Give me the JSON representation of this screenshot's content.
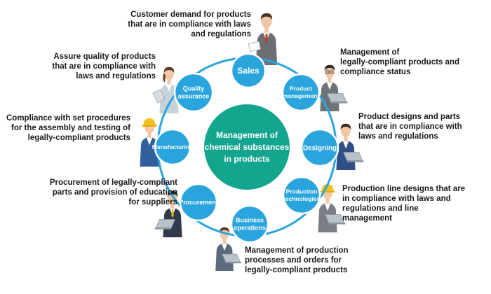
{
  "colors": {
    "ring": "#2aa4dc",
    "node": "#2aa4dc",
    "center": "#14a58e",
    "node_text": "#ffffff",
    "desc_text": "#1a1a1a"
  },
  "center": {
    "label": "Management of\nchemical substances\nin products"
  },
  "nodes": [
    {
      "id": "sales",
      "label": "Sales",
      "person": "businessman-with-document",
      "description": "Customer demand for products\nthat are in compliance with laws\nand regulations"
    },
    {
      "id": "product-management",
      "label": "Product\nmanagement",
      "person": "man-with-laptop",
      "description": "Management of\nlegally-compliant products and\ncompliance status"
    },
    {
      "id": "designing",
      "label": "Designing",
      "person": "designer-at-laptop",
      "description": "Product designs and parts\nthat are in compliance with\nlaws and regulations"
    },
    {
      "id": "production-technologies",
      "label": "Production\ntechnologies",
      "person": "engineer-with-hardhat-and-laptop",
      "description": "Production line designs that are\nin compliance with laws and\nregulations and line\nmanagement"
    },
    {
      "id": "business-operations",
      "label": "Business\noperations",
      "person": "office-worker-with-laptop",
      "description": "Management of production\nprocesses and orders for\nlegally-compliant products"
    },
    {
      "id": "procurement",
      "label": "Procurement",
      "person": "man-at-laptop",
      "description": "Procurement of legally-compliant\nparts and provision of education\nfor suppliers"
    },
    {
      "id": "manufacturing",
      "label": "Manufacturing",
      "person": "factory-worker-with-hardhat",
      "description": "Compliance with set procedures\nfor the assembly and testing of\nlegally-compliant products"
    },
    {
      "id": "quality-assurance",
      "label": "Quality\nassurance",
      "person": "woman-with-clipboard",
      "description": "Assure quality of products\nthat are in compliance with\nlaws and regulations"
    }
  ]
}
